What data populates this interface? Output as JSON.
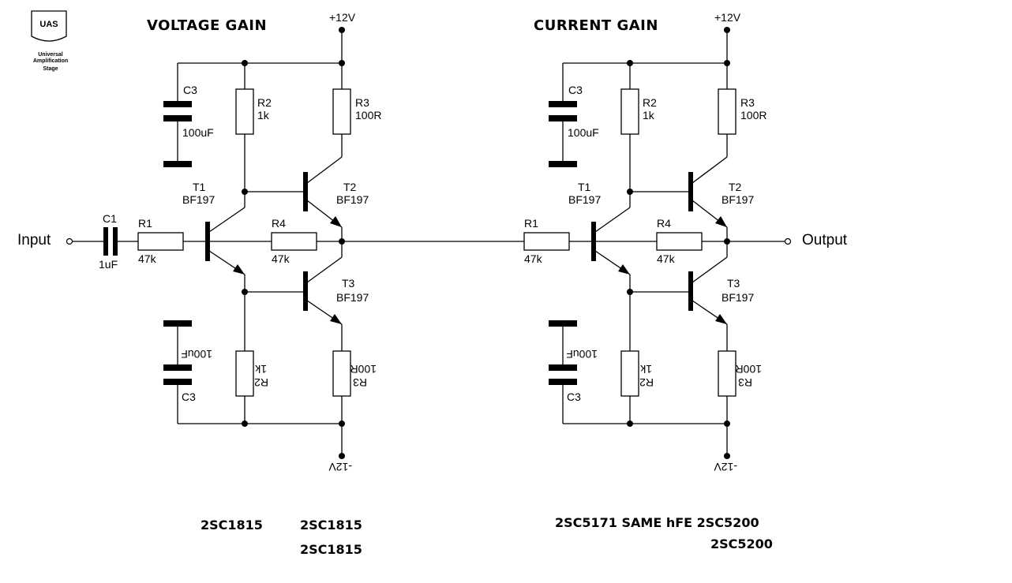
{
  "logo": {
    "badge": "UAS",
    "line1": "Universal",
    "line2": "Amplification",
    "line3": "Stage"
  },
  "sections": [
    {
      "title": "VOLTAGE GAIN",
      "supply_pos": "+12V",
      "supply_neg": "-12V",
      "c3_top": {
        "ref": "C3",
        "value": "100uF"
      },
      "c3_bot": {
        "ref": "C3",
        "value": "100uF"
      },
      "r2_top": {
        "ref": "R2",
        "value": "1k"
      },
      "r2_bot": {
        "ref": "R2",
        "value": "1k"
      },
      "r3_top": {
        "ref": "R3",
        "value": "100R"
      },
      "r3_bot": {
        "ref": "R3",
        "value": "100R"
      },
      "t1": {
        "ref": "T1",
        "value": "BF197"
      },
      "t2": {
        "ref": "T2",
        "value": "BF197"
      },
      "t3": {
        "ref": "T3",
        "value": "BF197"
      },
      "r1": {
        "ref": "R1",
        "value": "47k"
      },
      "r4": {
        "ref": "R4",
        "value": "47k"
      },
      "parts_note": [
        "2SC1815",
        "2SC1815",
        "2SC1815"
      ]
    },
    {
      "title": "CURRENT GAIN",
      "supply_pos": "+12V",
      "supply_neg": "-12V",
      "c3_top": {
        "ref": "C3",
        "value": "100uF"
      },
      "c3_bot": {
        "ref": "C3",
        "value": "100uF"
      },
      "r2_top": {
        "ref": "R2",
        "value": "1k"
      },
      "r2_bot": {
        "ref": "R2",
        "value": "1k"
      },
      "r3_top": {
        "ref": "R3",
        "value": "100R"
      },
      "r3_bot": {
        "ref": "R3",
        "value": "100R"
      },
      "t1": {
        "ref": "T1",
        "value": "BF197"
      },
      "t2": {
        "ref": "T2",
        "value": "BF197"
      },
      "t3": {
        "ref": "T3",
        "value": "BF197"
      },
      "r1": {
        "ref": "R1",
        "value": "47k"
      },
      "r4": {
        "ref": "R4",
        "value": "47k"
      },
      "parts_note": [
        "2SC5171 SAME hFE 2SC5200",
        "2SC5200"
      ]
    }
  ],
  "input": {
    "label": "Input"
  },
  "output": {
    "label": "Output"
  },
  "c1": {
    "ref": "C1",
    "value": "1uF"
  }
}
